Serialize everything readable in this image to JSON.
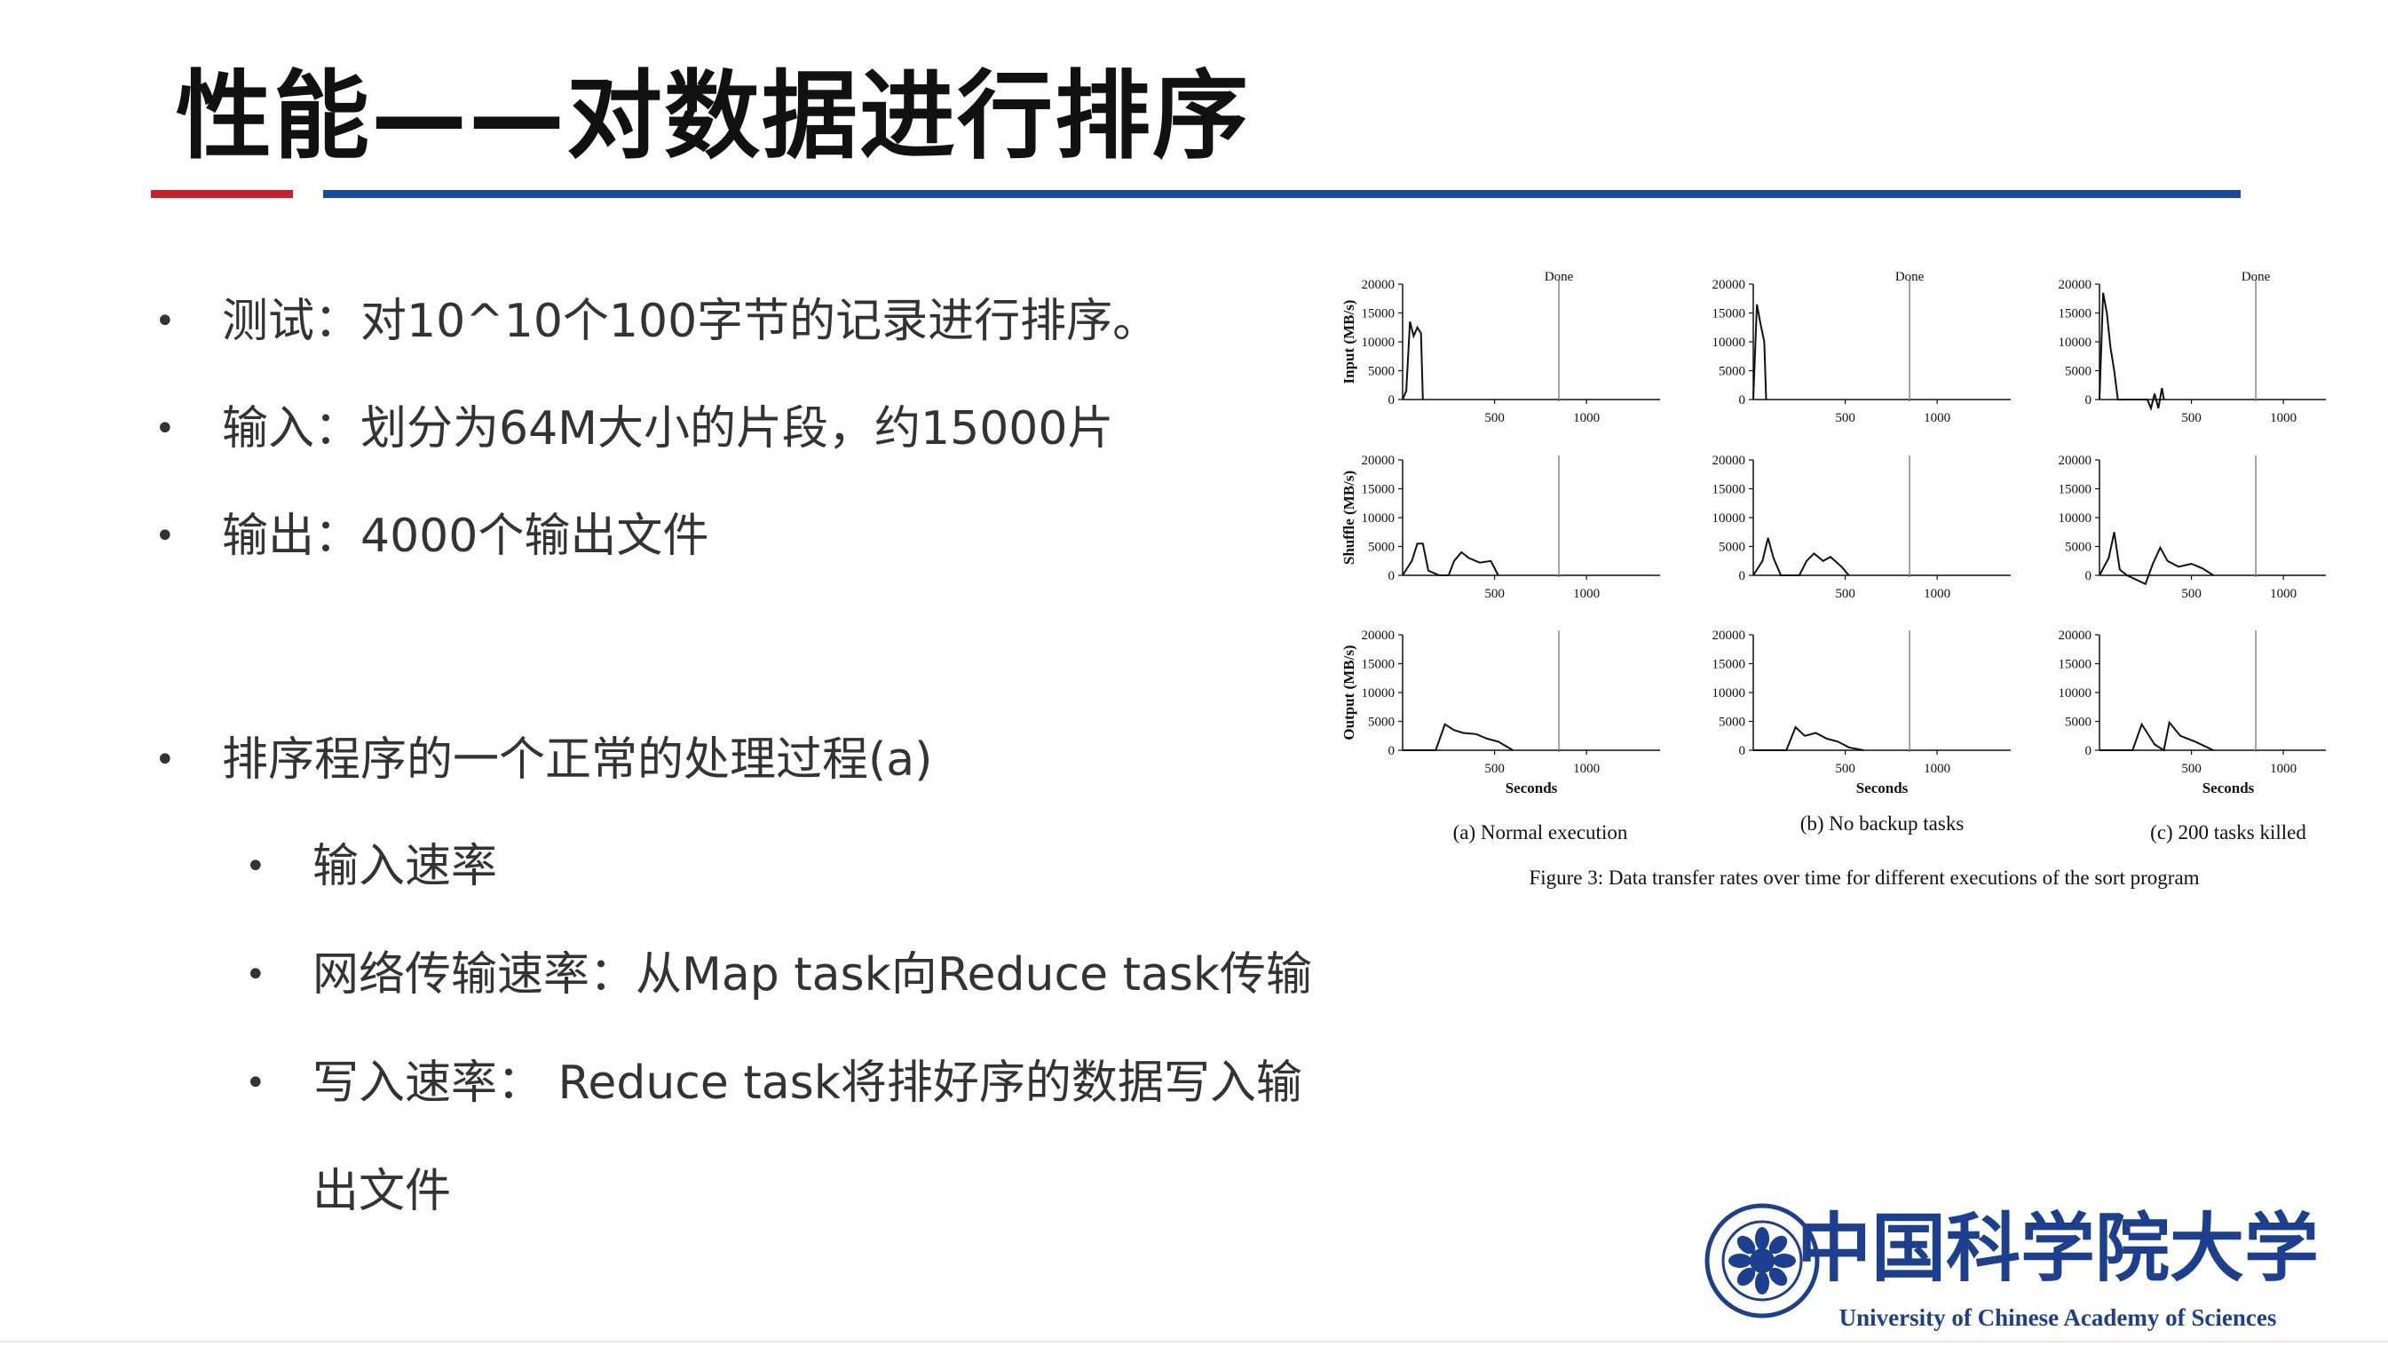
{
  "slide": {
    "title": "性能——对数据进行排序",
    "bullets": [
      {
        "text": "测试：对10^10个100字节的记录进行排序。"
      },
      {
        "text": "输入：划分为64M大小的片段，约15000片"
      },
      {
        "text": "输出：4000个输出文件"
      },
      {
        "text": "排序程序的一个正常的处理过程(a)"
      }
    ],
    "sub_bullets": [
      {
        "text": "输入速率"
      },
      {
        "text": "网络传输速率：从Map task向Reduce task传输"
      },
      {
        "text": "写入速率： Reduce task将排好序的数据写入输"
      },
      {
        "text": "出文件"
      }
    ],
    "bullet_char": "•"
  },
  "figure": {
    "caption": "Figure 3: Data transfer rates over time for different executions of the sort program",
    "subcaptions": [
      "(a) Normal execution",
      "(b) No backup tasks",
      "(c) 200 tasks killed"
    ],
    "row_labels": [
      "Input (MB/s)",
      "Shuffle (MB/s)",
      "Output (MB/s)"
    ],
    "y_ticks": [
      "0",
      "5000",
      "10000",
      "15000",
      "20000"
    ],
    "x_ticks": [
      "500",
      "1000"
    ],
    "x_label": "Seconds",
    "done_label": "Done"
  },
  "logo": {
    "cn": "中国科学院大学",
    "en": "University of  Chinese Academy of Sciences"
  },
  "colors": {
    "red_rule": "#c5202e",
    "blue_rule": "#1d4a94",
    "logo_blue": "#1d3f8f"
  }
}
